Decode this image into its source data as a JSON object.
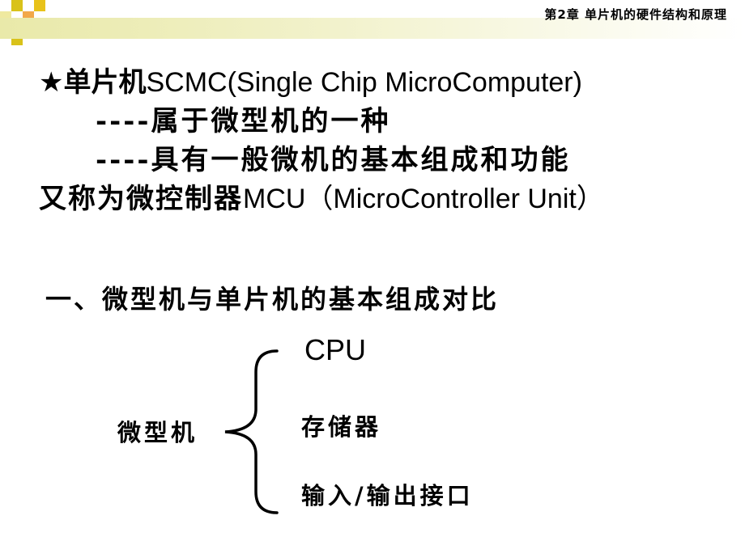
{
  "header": {
    "chapter_title": "第2章  单片机的硬件结构和原理"
  },
  "intro": {
    "line1_star": "★",
    "line1_cn": "单片机",
    "line1_en": "SCMC(Single Chip MicroComputer)",
    "line2": "----属于微型机的一种",
    "line3": "----具有一般微机的基本组成和功能",
    "line4_cn": "又称为微控制器",
    "line4_en": "MCU（MicroController Unit）"
  },
  "section": {
    "heading": "一、微型机与单片机的基本组成对比"
  },
  "comparison": {
    "root": "微型机",
    "items": [
      "CPU",
      "存储器",
      "输入/输出接口"
    ]
  },
  "colors": {
    "logo_dark": "#d9c21a",
    "logo_red": "#e0182c",
    "logo_orange": "#f2a84a",
    "logo_light": "#efe9a0",
    "bar": "#e9e9a9"
  }
}
